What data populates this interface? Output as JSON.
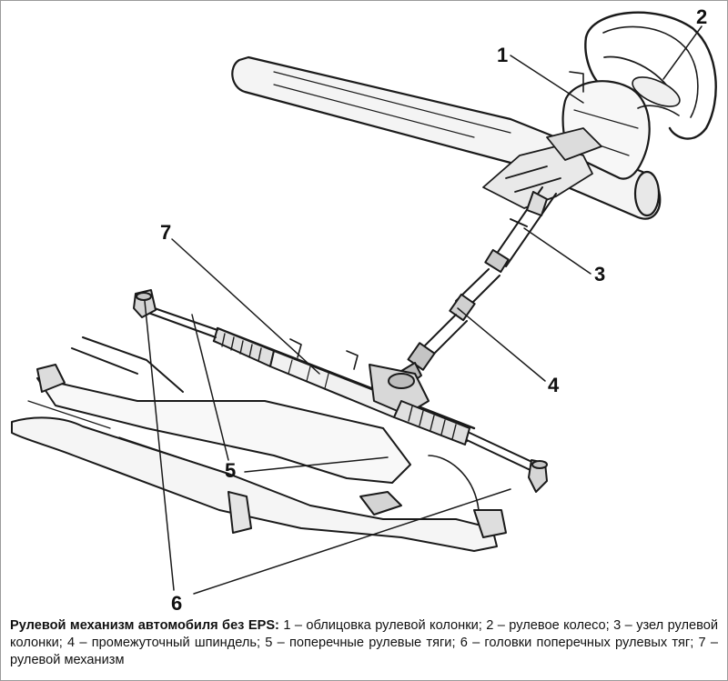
{
  "callouts": {
    "c1": "1",
    "c2": "2",
    "c3": "3",
    "c4": "4",
    "c5": "5",
    "c6": "6",
    "c7": "7"
  },
  "caption": {
    "title": "Рулевой механизм автомобиля без EPS:",
    "text": " 1 – облицовка рулевой колонки; 2 – рулевое колесо; 3 – узел рулевой колонки; 4 – промежуточный шпиндель; 5 – поперечные рулевые тяги; 6 – головки поперечных рулевых тяг; 7 – рулевой механизм"
  }
}
